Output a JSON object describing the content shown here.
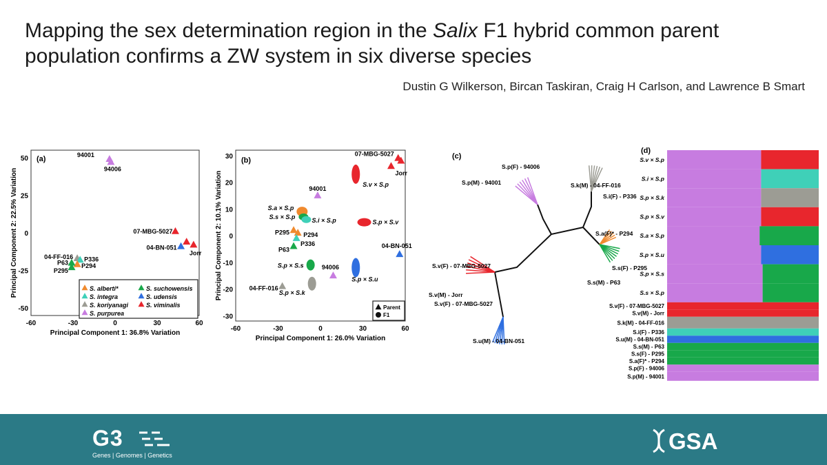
{
  "title": {
    "pre": "Mapping the sex determination region in the ",
    "italic": "Salix",
    "post": " F1 hybrid common parent population confirms a ZW system in six diverse species"
  },
  "authors": "Dustin G Wilkerson, Bircan Taskiran, Craig H Carlson, and Lawrence B Smart",
  "footer": {
    "g3_logo": "G3",
    "g3_sub": "Genes | Genomes | Genetics",
    "gsa_logo": "GSA",
    "bg": "#2b7a86"
  },
  "colors": {
    "alberti": "#f08a2e",
    "integra": "#3fd0b8",
    "koriyanagi": "#9c9c94",
    "purpurea": "#c77ce0",
    "suchowensis": "#18a84a",
    "udensis": "#2f6fe0",
    "viminalis": "#e8262d"
  },
  "chart_data": [
    {
      "type": "scatter",
      "panel": "(a)",
      "xlabel": "Principal Component 1: 36.8% Variation",
      "ylabel": "Principal Component 2: 22.5% Variation",
      "xlim": [
        -60,
        60
      ],
      "ylim": [
        -55,
        55
      ],
      "xticks": [
        "-60",
        "-30",
        "0",
        "30",
        "60"
      ],
      "yticks": [
        "50",
        "25",
        "0",
        "-25",
        "-50"
      ],
      "points": [
        {
          "x": -4,
          "y": 49,
          "label": "94001",
          "species": "purpurea"
        },
        {
          "x": -3,
          "y": 47,
          "label": "94006",
          "species": "purpurea"
        },
        {
          "x": 43,
          "y": 1,
          "label": "07-MBG-5027",
          "species": "viminalis"
        },
        {
          "x": 51,
          "y": -6,
          "label": "",
          "species": "viminalis"
        },
        {
          "x": 56,
          "y": -8,
          "label": "Jorr",
          "species": "viminalis"
        },
        {
          "x": 47,
          "y": -9,
          "label": "04-BN-051",
          "species": "udensis"
        },
        {
          "x": -27,
          "y": -17,
          "label": "04-FF-016",
          "species": "koriyanagi"
        },
        {
          "x": -25,
          "y": -18,
          "label": "P336",
          "species": "integra"
        },
        {
          "x": -27,
          "y": -21,
          "label": "P294",
          "species": "alberti"
        },
        {
          "x": -31,
          "y": -20,
          "label": "P63",
          "species": "suchowensis"
        },
        {
          "x": -31,
          "y": -23,
          "label": "P295",
          "species": "suchowensis"
        }
      ],
      "legend": [
        {
          "name": "S. alberti*",
          "species": "alberti"
        },
        {
          "name": "S. suchowensis",
          "species": "suchowensis"
        },
        {
          "name": "S. integra",
          "species": "integra"
        },
        {
          "name": "S. udensis",
          "species": "udensis"
        },
        {
          "name": "S. koriyanagi",
          "species": "koriyanagi"
        },
        {
          "name": "S. viminalis",
          "species": "viminalis"
        },
        {
          "name": "S. purpurea",
          "species": "purpurea"
        }
      ]
    },
    {
      "type": "scatter",
      "panel": "(b)",
      "xlabel": "Principal Component 1: 26.0% Variation",
      "ylabel": "Principal Component 2: 10.1% Variation",
      "xlim": [
        -60,
        60
      ],
      "ylim": [
        -32,
        32
      ],
      "xticks": [
        "-60",
        "-30",
        "0",
        "30",
        "60"
      ],
      "yticks": [
        "30",
        "20",
        "10",
        "0",
        "-10",
        "-20",
        "-30"
      ],
      "parents": [
        {
          "x": 55,
          "y": 29,
          "label": "07-MBG-5027",
          "species": "viminalis"
        },
        {
          "x": 50,
          "y": 26,
          "label": "Jorr",
          "species": "viminalis"
        },
        {
          "x": 57,
          "y": 28,
          "label": "",
          "species": "viminalis"
        },
        {
          "x": -2,
          "y": 15,
          "label": "94001",
          "species": "purpurea"
        },
        {
          "x": -19,
          "y": 2,
          "label": "P295",
          "species": "alberti"
        },
        {
          "x": -16,
          "y": 1,
          "label": "P294",
          "species": "alberti"
        },
        {
          "x": -17,
          "y": -1,
          "label": "P336",
          "species": "integra"
        },
        {
          "x": -19,
          "y": -4,
          "label": "P63",
          "species": "suchowensis"
        },
        {
          "x": 56,
          "y": -7,
          "label": "04-BN-051",
          "species": "udensis"
        },
        {
          "x": 9,
          "y": -15,
          "label": "94006",
          "species": "purpurea"
        },
        {
          "x": -27,
          "y": -19,
          "label": "04-FF-016",
          "species": "koriyanagi"
        }
      ],
      "f1_groups": [
        {
          "label": "S.v × S.p",
          "x": 25,
          "y": 23,
          "species": "viminalis"
        },
        {
          "label": "S.a × S.p",
          "x": -13,
          "y": 9,
          "species": "alberti"
        },
        {
          "label": "S.s × S.p",
          "x": -12,
          "y": 7,
          "species": "suchowensis"
        },
        {
          "label": "S.i × S.p",
          "x": -10,
          "y": 6,
          "species": "integra"
        },
        {
          "label": "S.p × S.v",
          "x": 31,
          "y": 5,
          "species": "viminalis"
        },
        {
          "label": "S.p × S.s",
          "x": -7,
          "y": -11,
          "species": "suchowensis"
        },
        {
          "label": "S.p × S.u",
          "x": 25,
          "y": -12,
          "species": "udensis"
        },
        {
          "label": "S.p × S.k",
          "x": -6,
          "y": -18,
          "species": "koriyanagi"
        }
      ],
      "legend": [
        {
          "name": "Parent",
          "marker": "triangle"
        },
        {
          "name": "F1",
          "marker": "circle"
        }
      ]
    },
    {
      "type": "table",
      "panel": "(c)",
      "kind": "unrooted tree",
      "tips": [
        {
          "label": "S.p(F) - 94006",
          "species": "purpurea"
        },
        {
          "label": "S.p(M) - 94001",
          "species": "purpurea"
        },
        {
          "label": "S.k(M) - 04-FF-016",
          "species": "koriyanagi"
        },
        {
          "label": "S.i(F) - P336",
          "species": "integra"
        },
        {
          "label": "S.a(F)* - P294",
          "species": "alberti"
        },
        {
          "label": "S.s(F) - P295",
          "species": "suchowensis"
        },
        {
          "label": "S.s(M) - P63",
          "species": "suchowensis"
        },
        {
          "label": "S.v(F) - 07-MBG-5027",
          "species": "viminalis"
        },
        {
          "label": "S.v(M) - Jorr",
          "species": "viminalis"
        },
        {
          "label": "S.v(F) - 07-MBG-5027",
          "species": "viminalis"
        },
        {
          "label": "S.u(M) - 04-BN-051",
          "species": "udensis"
        }
      ]
    },
    {
      "type": "bar",
      "panel": "(d)",
      "kind": "stacked ancestry proportions",
      "rows": [
        {
          "label": "S.v × S.p",
          "split": 0.62,
          "left": "purpurea",
          "right": "viminalis"
        },
        {
          "label": "S.i × S.p",
          "split": 0.62,
          "left": "purpurea",
          "right": "integra"
        },
        {
          "label": "S.p × S.k",
          "split": 0.62,
          "left": "purpurea",
          "right": "koriyanagi"
        },
        {
          "label": "S.p × S.v",
          "split": 0.62,
          "left": "purpurea",
          "right": "viminalis"
        },
        {
          "label": "S.a × S.p",
          "split": 0.61,
          "left": "purpurea",
          "right": "suchowensis"
        },
        {
          "label": "S.p × S.u",
          "split": 0.62,
          "left": "purpurea",
          "right": "udensis"
        },
        {
          "label": "S.p × S.s",
          "split": 0.63,
          "left": "purpurea",
          "right": "suchowensis"
        },
        {
          "label": "S.s × S.p",
          "split": 0.63,
          "left": "purpurea",
          "right": "suchowensis"
        }
      ],
      "parent_rows": [
        {
          "label": "S.v(F) - 07-MBG-5027",
          "species": "viminalis"
        },
        {
          "label": "S.v(M) - Jorr",
          "species": "viminalis"
        },
        {
          "label": "S.k(M) - 04-FF-016",
          "species": "koriyanagi"
        },
        {
          "label": "S.i(F) - P336",
          "species": "integra"
        },
        {
          "label": "S.u(M) - 04-BN-051",
          "species": "udensis"
        },
        {
          "label": "S.s(M) - P63",
          "species": "suchowensis"
        },
        {
          "label": "S.s(F) - P295",
          "species": "suchowensis"
        },
        {
          "label": "S.a(F)* - P294",
          "species": "suchowensis"
        },
        {
          "label": "S.p(F) - 94006",
          "species": "purpurea"
        },
        {
          "label": "S.p(M) - 94001",
          "species": "purpurea"
        }
      ]
    }
  ]
}
